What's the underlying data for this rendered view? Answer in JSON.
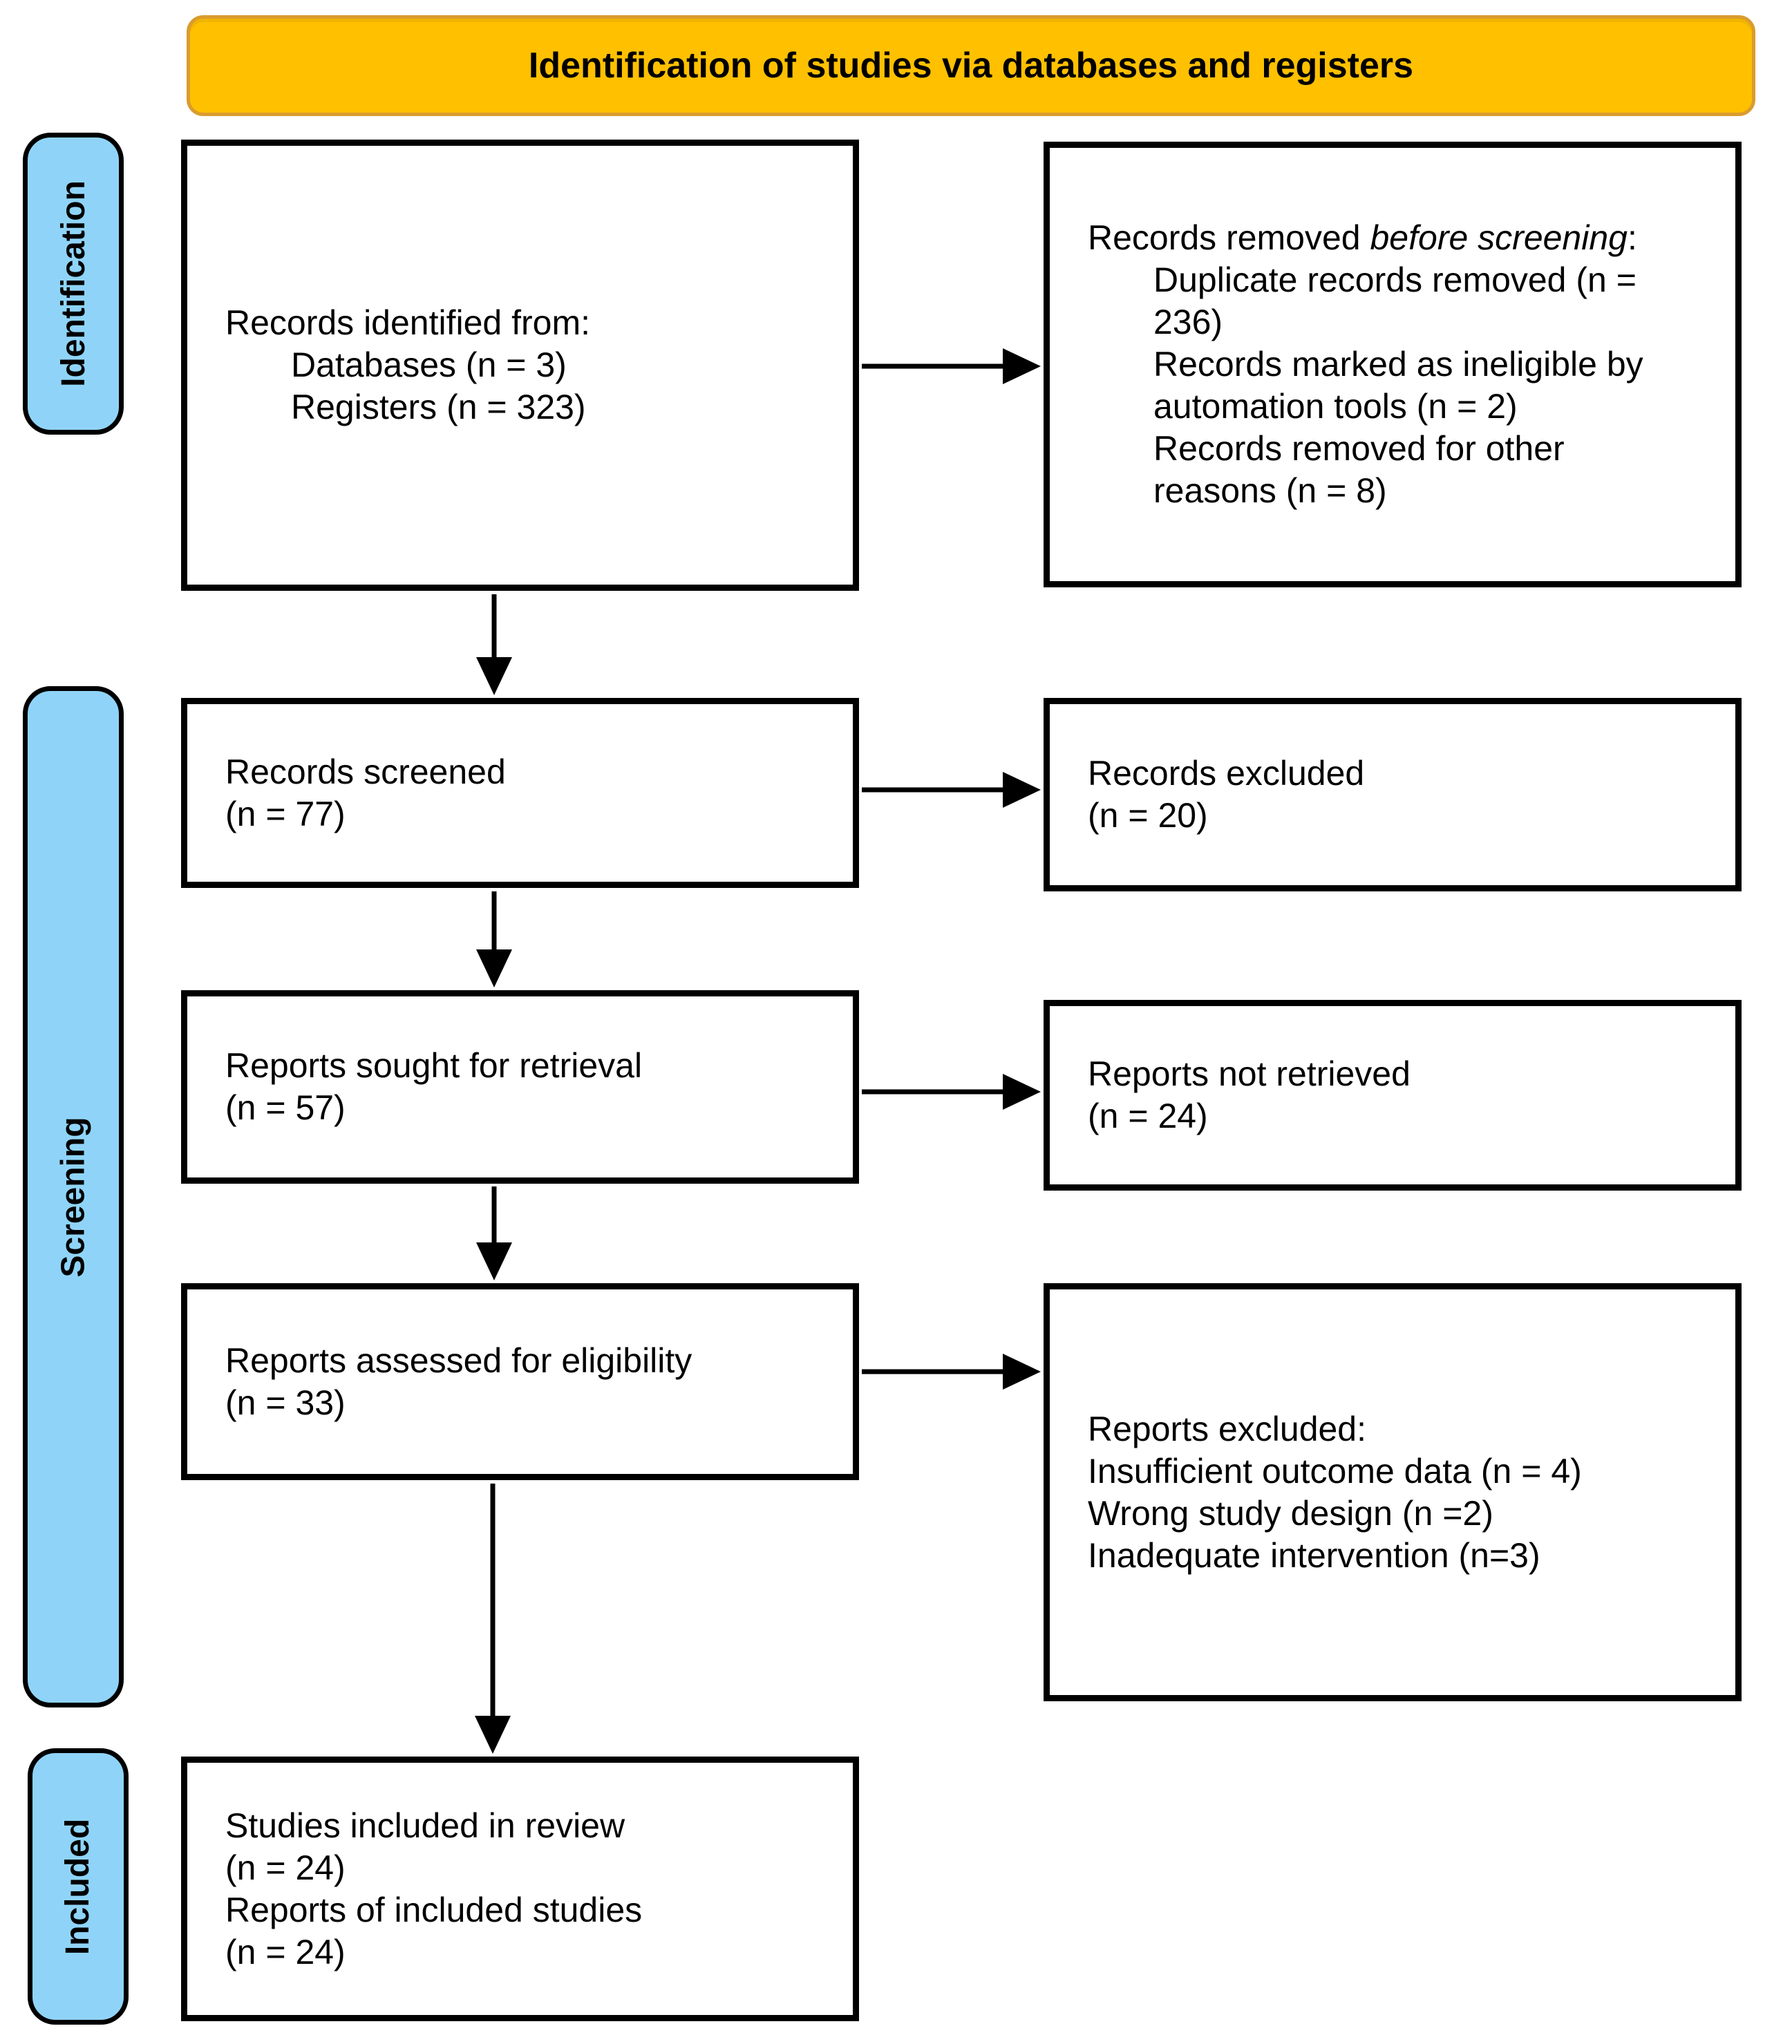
{
  "title": "Identification of studies via databases and registers",
  "sidebar": {
    "stages": [
      {
        "id": "identification",
        "label": "Identification"
      },
      {
        "id": "screening",
        "label": "Screening"
      },
      {
        "id": "included",
        "label": "Included"
      }
    ]
  },
  "boxes": {
    "records_identified": {
      "heading": "Records identified from:",
      "items": [
        "Databases (n = 3)",
        "Registers (n = 323)"
      ]
    },
    "records_removed": {
      "heading_prefix": "Records removed ",
      "heading_italic": "before screening",
      "heading_suffix": ":",
      "items": [
        "Duplicate records removed (n = 236)",
        "Records marked as ineligible by automation tools (n = 2)",
        "Records removed for other reasons (n = 8)"
      ]
    },
    "records_screened": {
      "title": "Records screened",
      "count": "(n = 77)"
    },
    "records_excluded": {
      "title": "Records excluded",
      "count": "(n = 20)"
    },
    "reports_sought": {
      "title": "Reports sought for retrieval",
      "count": "(n = 57)"
    },
    "reports_not_retrieved": {
      "title": "Reports not retrieved",
      "count": "(n = 24)"
    },
    "reports_assessed": {
      "title": "Reports assessed for eligibility",
      "count": "(n = 33)"
    },
    "reports_excluded": {
      "heading": "Reports excluded:",
      "items": [
        "Insufficient outcome data (n = 4)",
        "Wrong study design (n =2)",
        "Inadequate intervention (n=3)"
      ]
    },
    "studies_included": {
      "lines": [
        "Studies included in review",
        "(n = 24)",
        "Reports of included studies",
        "(n = 24)"
      ]
    }
  },
  "colors": {
    "title_fill": "#FFC000",
    "title_border": "#DA9C2E",
    "stage_fill": "#8FD4F8",
    "border": "#000000"
  }
}
